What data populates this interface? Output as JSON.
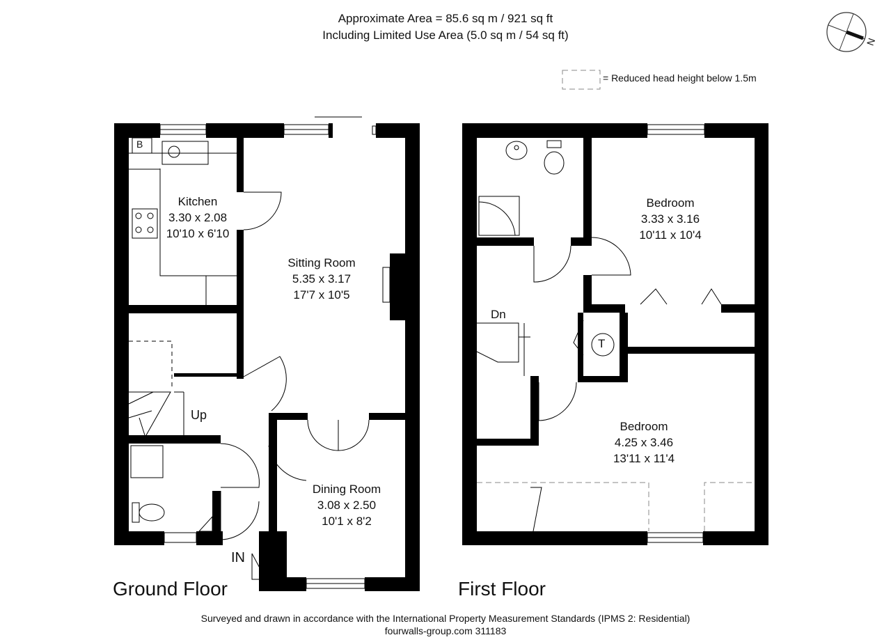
{
  "header": {
    "area_line": "Approximate  Area = 85.6 sq m / 921 sq ft",
    "limited_line": "Including Limited Use Area (5.0 sq m / 54 sq ft)"
  },
  "legend": {
    "text": "= Reduced head height below 1.5m"
  },
  "compass": {
    "label": "N",
    "icon": "compass-icon"
  },
  "ground_floor": {
    "title": "Ground Floor",
    "boiler": "B",
    "stairs_label": "Up",
    "entrance_label": "IN",
    "rooms": [
      {
        "name": "Kitchen",
        "metric": "3.30 x 2.08",
        "imperial": "10'10 x 6'10"
      },
      {
        "name": "Sitting Room",
        "metric": "5.35 x 3.17",
        "imperial": "17'7 x 10'5"
      },
      {
        "name": "Dining Room",
        "metric": "3.08 x 2.50",
        "imperial": "10'1 x 8'2"
      }
    ]
  },
  "first_floor": {
    "title": "First Floor",
    "stairs_label": "Dn",
    "tank_label": "T",
    "rooms": [
      {
        "name": "Bedroom",
        "metric": "3.33 x 3.16",
        "imperial": "10'11 x 10'4"
      },
      {
        "name": "Bedroom",
        "metric": "4.25 x 3.46",
        "imperial": "13'11 x 11'4"
      }
    ]
  },
  "footer": {
    "line1": "Surveyed and drawn in accordance with the International Property Measurement Standards (IPMS 2: Residential)",
    "line2": "fourwalls-group.com 311183"
  }
}
